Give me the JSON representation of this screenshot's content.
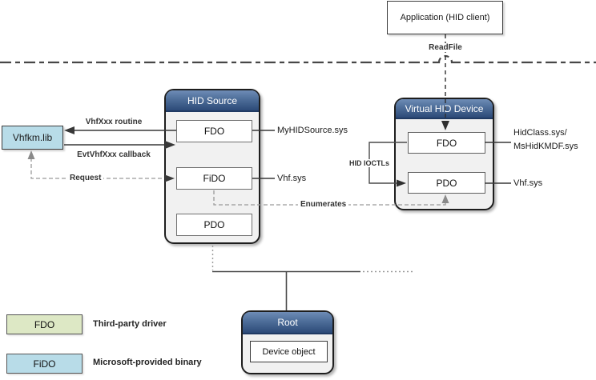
{
  "diagram": {
    "application": {
      "label": "Application (HID client)"
    },
    "vhfkm": {
      "label": "Vhfkm.lib"
    },
    "hid_source": {
      "title": "HID Source",
      "fdo": "FDO",
      "fido": "FiDO",
      "pdo": "PDO"
    },
    "virtual_device": {
      "title": "Virtual HID Device",
      "fdo": "FDO",
      "pdo": "PDO"
    },
    "root": {
      "title": "Root",
      "device_object": "Device object"
    },
    "connectors": {
      "readfile": "ReadFile",
      "vhfxxx_routine": "VhfXxx routine",
      "evtvhfxxx_callback": "EvtVhfXxx callback",
      "request": "Request",
      "enumerates": "Enumerates",
      "hid_ioctls": "HID IOCTLs"
    },
    "file_labels": {
      "myhidsource": "MyHIDSource.sys",
      "vhf_source": "Vhf.sys",
      "hidclass_line1": "HidClass.sys/",
      "hidclass_line2": "MsHidKMDF.sys",
      "vhf_virtual": "Vhf.sys"
    },
    "legend": {
      "items": [
        {
          "label": "FDO",
          "desc": "Third-party driver",
          "color": "#dde8c5"
        },
        {
          "label": "FiDO",
          "desc": "Microsoft-provided binary",
          "color": "#b8dce8"
        }
      ]
    },
    "colors": {
      "fdo_green": "#dde8c5",
      "fido_blue": "#b8dce8",
      "header_top": "#6e8cb6",
      "header_bottom": "#2c4a78",
      "boundary_line": "#474747"
    }
  }
}
